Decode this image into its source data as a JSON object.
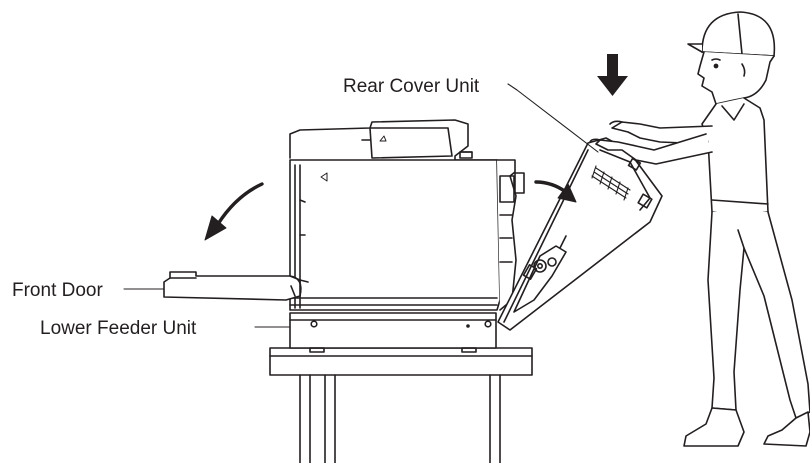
{
  "labels": {
    "rear_cover_unit": "Rear Cover Unit",
    "front_door": "Front Door",
    "lower_feeder_unit": "Lower Feeder Unit"
  },
  "colors": {
    "line": "#231f20",
    "background": "#ffffff"
  },
  "icons": [
    "down-arrow-icon",
    "curved-arrow-left-icon",
    "curved-arrow-right-icon"
  ]
}
